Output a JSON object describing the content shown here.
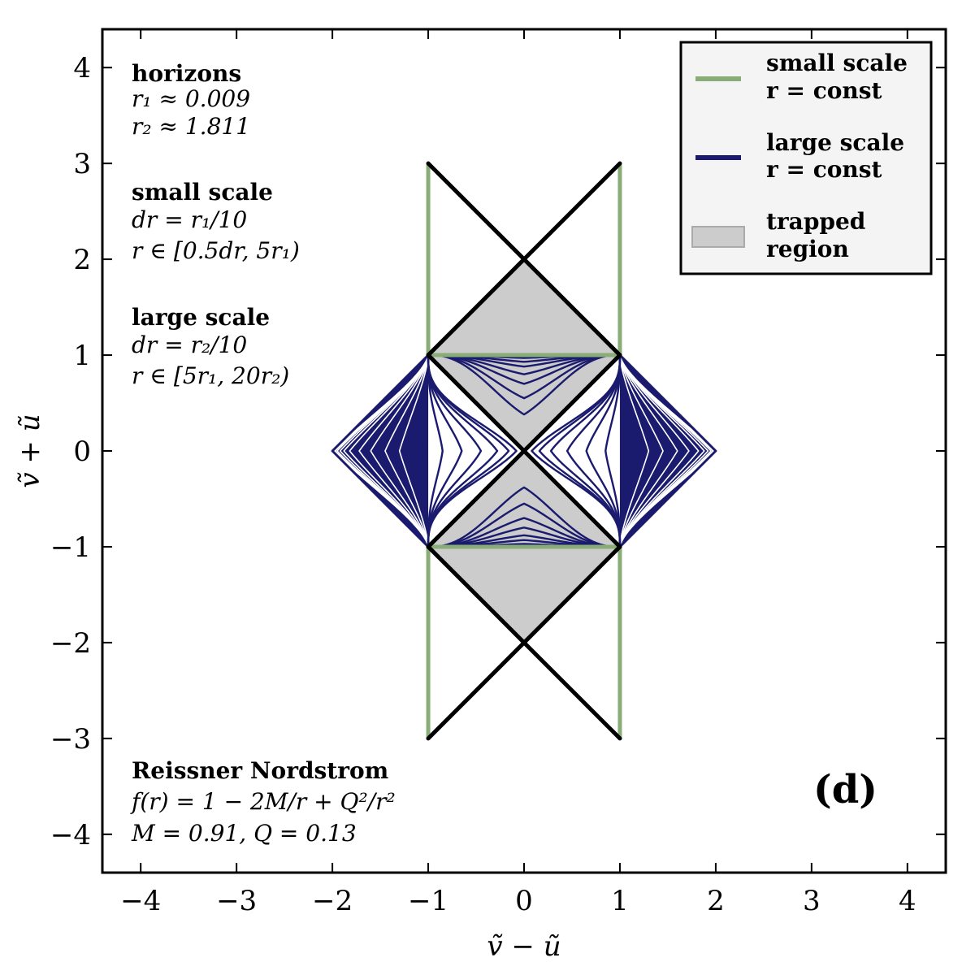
{
  "chart_data": {
    "type": "line",
    "xlabel": "ṽ − ũ",
    "ylabel": "ṽ + ũ",
    "xlim": [
      -4.4,
      4.4
    ],
    "ylim": [
      -4.4,
      4.4
    ],
    "xticks": [
      -4,
      -3,
      -2,
      -1,
      0,
      1,
      2,
      3,
      4
    ],
    "yticks": [
      -4,
      -3,
      -2,
      -1,
      0,
      1,
      2,
      3,
      4
    ],
    "xtick_labels": [
      "−4",
      "−3",
      "−2",
      "−1",
      "0",
      "1",
      "2",
      "3",
      "4"
    ],
    "ytick_labels": [
      "−4",
      "−3",
      "−2",
      "−1",
      "0",
      "1",
      "2",
      "3",
      "4"
    ],
    "grid": false,
    "panel_label": "(d)",
    "colors": {
      "small_scale": "#88ad77",
      "large_scale": "#1a1a6e",
      "trapped_fill": "#cccccc",
      "horizon_lines": "#000000"
    },
    "trapped_regions": [
      {
        "name": "upper",
        "points": [
          [
            -1,
            1
          ],
          [
            0,
            2
          ],
          [
            1,
            1
          ],
          [
            0,
            0
          ]
        ]
      },
      {
        "name": "lower",
        "points": [
          [
            -1,
            -1
          ],
          [
            0,
            0
          ],
          [
            1,
            -1
          ],
          [
            0,
            -2
          ]
        ]
      }
    ],
    "horizon_segments": [
      [
        [
          -1,
          3
        ],
        [
          1,
          1
        ]
      ],
      [
        [
          1,
          3
        ],
        [
          -1,
          1
        ]
      ],
      [
        [
          -1,
          1
        ],
        [
          1,
          -1
        ]
      ],
      [
        [
          -1,
          -1
        ],
        [
          1,
          1
        ]
      ],
      [
        [
          -1,
          -1
        ],
        [
          1,
          -3
        ]
      ],
      [
        [
          1,
          -1
        ],
        [
          -1,
          -3
        ]
      ]
    ],
    "small_scale_segments": [
      [
        [
          -1,
          1
        ],
        [
          -1,
          3
        ]
      ],
      [
        [
          1,
          1
        ],
        [
          1,
          3
        ]
      ],
      [
        [
          -1,
          1
        ],
        [
          1,
          1
        ]
      ],
      [
        [
          -1,
          -1
        ],
        [
          1,
          -1
        ]
      ],
      [
        [
          -1,
          -1
        ],
        [
          -1,
          -3
        ]
      ],
      [
        [
          1,
          -1
        ],
        [
          1,
          -3
        ]
      ]
    ],
    "large_scale_families": {
      "outer_left_depths": [
        0.3,
        0.45,
        0.6,
        0.72,
        0.82,
        0.88,
        0.92,
        0.95,
        0.97,
        0.98,
        0.99
      ],
      "outer_right_depths": [
        0.3,
        0.45,
        0.6,
        0.72,
        0.82,
        0.88,
        0.92,
        0.95,
        0.97,
        0.98,
        0.99
      ],
      "inner_left_depths": [
        0.15,
        0.35,
        0.55,
        0.72,
        0.84,
        0.92
      ],
      "inner_right_depths": [
        0.15,
        0.35,
        0.55,
        0.72,
        0.84,
        0.92
      ],
      "trapped_top_depths": [
        0.03,
        0.07,
        0.12,
        0.2,
        0.3,
        0.45,
        0.62
      ],
      "trapped_bottom_depths": [
        0.03,
        0.07,
        0.12,
        0.2,
        0.3,
        0.45,
        0.62
      ],
      "outer_boundary": [
        [
          -1,
          1
        ],
        [
          -2,
          0
        ],
        [
          -1,
          -1
        ],
        [
          1,
          -1
        ],
        [
          2,
          0
        ],
        [
          1,
          1
        ]
      ]
    }
  },
  "annotations": {
    "horizons": {
      "title": "horizons",
      "line1": "r₁ ≈ 0.009",
      "line2": "r₂ ≈ 1.811"
    },
    "small_scale": {
      "title": "small scale",
      "line1": "dr = r₁/10",
      "line2": "r ∈ [0.5dr, 5r₁)"
    },
    "large_scale": {
      "title": "large scale",
      "line1": "dr = r₂/10",
      "line2": "r ∈ [5r₁, 20r₂)"
    },
    "model": {
      "title": "Reissner Nordstrom",
      "line1": "f(r) = 1 − 2M/r + Q²/r²",
      "line2": "M = 0.91, Q = 0.13"
    }
  },
  "legend": {
    "items": [
      {
        "line1": "small scale",
        "line2": "r = const",
        "kind": "line",
        "color": "#88ad77"
      },
      {
        "line1": "large scale",
        "line2": "r = const",
        "kind": "line",
        "color": "#1a1a6e"
      },
      {
        "line1": "trapped",
        "line2": "region",
        "kind": "patch",
        "color": "#cccccc"
      }
    ]
  }
}
